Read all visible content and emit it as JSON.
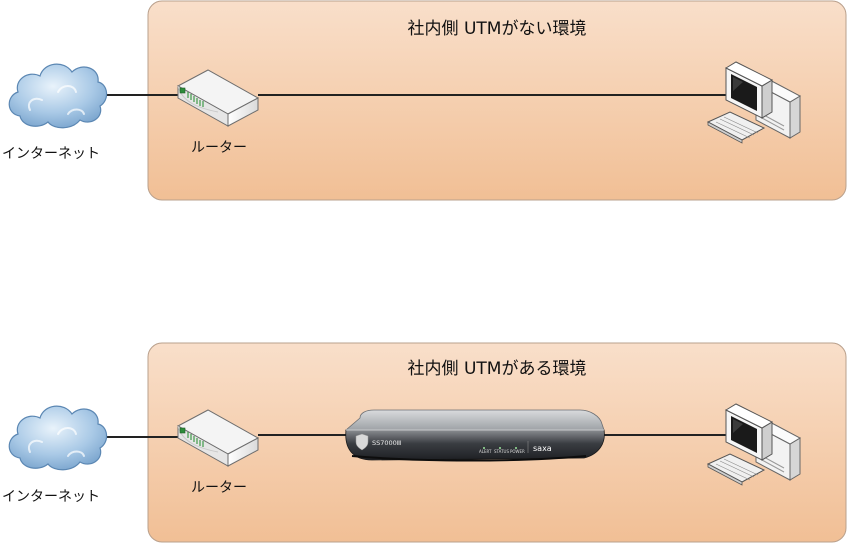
{
  "scenarios": [
    {
      "title": "社内側 UTMがない環境",
      "internet_label": "インターネット",
      "router_label": "ルーター",
      "has_utm": false
    },
    {
      "title": "社内側 UTMがある環境",
      "internet_label": "インターネット",
      "router_label": "ルーター",
      "has_utm": true,
      "utm_device": {
        "model": "SS7000Ⅲ",
        "brand": "saxa",
        "indicators": [
          "ALERT",
          "STATUS",
          "POWER"
        ]
      }
    }
  ],
  "colors": {
    "zone_fill_top": "#f8dcc5",
    "zone_fill_bottom": "#f2bf95",
    "zone_stroke": "#b9a08c",
    "link": "#222222"
  }
}
